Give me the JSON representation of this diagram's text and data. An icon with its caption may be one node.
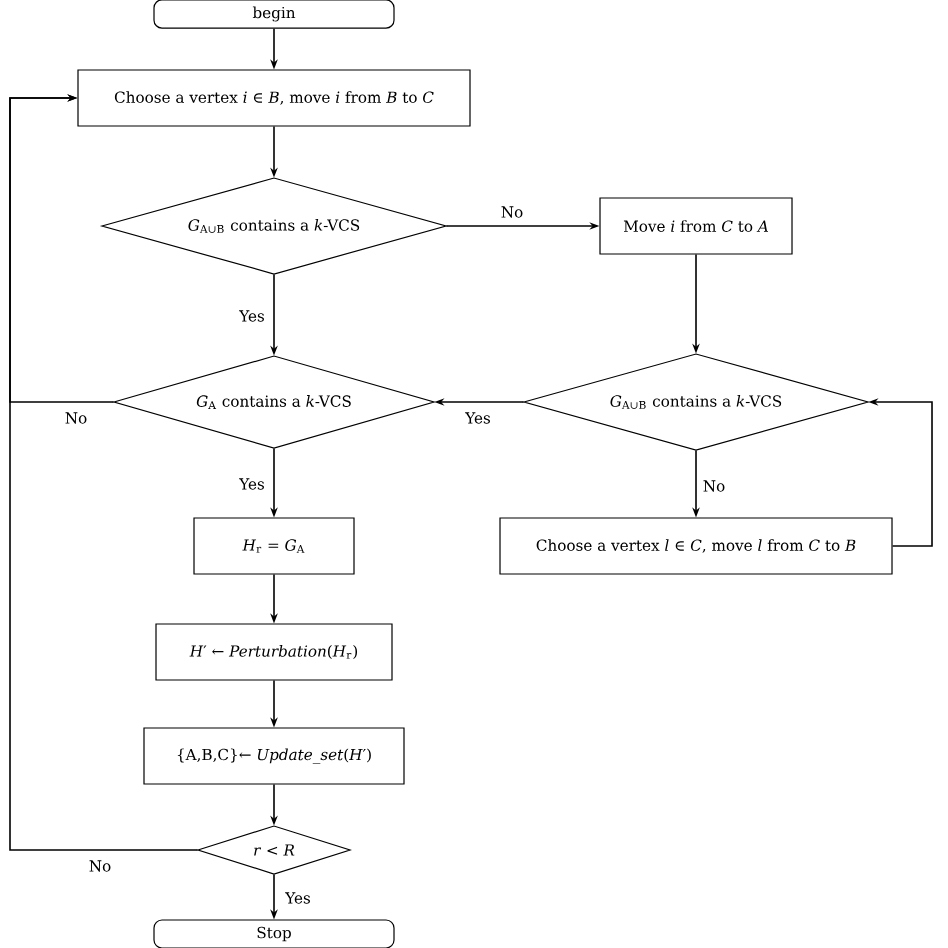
{
  "diagram": {
    "nodes": [
      {
        "text": [
          "begin"
        ]
      },
      {
        "text": [
          "Choose a vertex *i* ∈ *B*, move *i* from *B* to *C*"
        ]
      },
      {
        "text": [
          "*G*$_{A∪B}$ contains a *k*-VCS"
        ]
      },
      {
        "text": [
          "Move *i* from *C* to *A*"
        ]
      },
      {
        "text": [
          "*G*$_{A}$ contains a *k*-VCS"
        ]
      },
      {
        "text": [
          "*G*$_{A∪B}$ contains a *k*-VCS"
        ]
      },
      {
        "text": [
          "Choose a vertex *l* ∈ *C*, move *l* from *C* to *B*"
        ]
      },
      {
        "text": [
          "*H*$_{r}$ = *G*$_{A}$"
        ]
      },
      {
        "text": [
          "*H*′ ← *Perturbation*(*H*$_{r}$)"
        ]
      },
      {
        "text": [
          "{A,B,C}← *Update_set*(*H*′)"
        ]
      },
      {
        "text": [
          "*r* < *R*"
        ]
      },
      {
        "text": [
          "Stop"
        ]
      }
    ],
    "edges": [
      {
        "from": 0,
        "to": 1,
        "arrow": "to"
      },
      {
        "from": 1,
        "to": 2,
        "arrow": "to"
      },
      {
        "from": 2,
        "to": 3,
        "arrow": "to",
        "label": "No"
      },
      {
        "from": 2,
        "to": 4,
        "arrow": "to",
        "label": "Yes"
      },
      {
        "from": 3,
        "to": 5,
        "arrow": "to"
      },
      {
        "from": 5,
        "to": 4,
        "arrow": "to",
        "label": "Yes"
      },
      {
        "from": 5,
        "to": 6,
        "arrow": "to",
        "label": "No"
      },
      {
        "from": 6,
        "to": 5,
        "arrow": "to"
      },
      {
        "from": 4,
        "to": 1,
        "arrow": "to",
        "label": "No"
      },
      {
        "from": 4,
        "to": 7,
        "arrow": "to",
        "label": "Yes"
      },
      {
        "from": 7,
        "to": 8,
        "arrow": "to"
      },
      {
        "from": 8,
        "to": 9,
        "arrow": "to"
      },
      {
        "from": 9,
        "to": 10,
        "arrow": "to"
      },
      {
        "from": 10,
        "to": 11,
        "arrow": "to",
        "label": "Yes"
      },
      {
        "from": 10,
        "to": 1,
        "arrow": "to",
        "label": "No"
      }
    ]
  }
}
